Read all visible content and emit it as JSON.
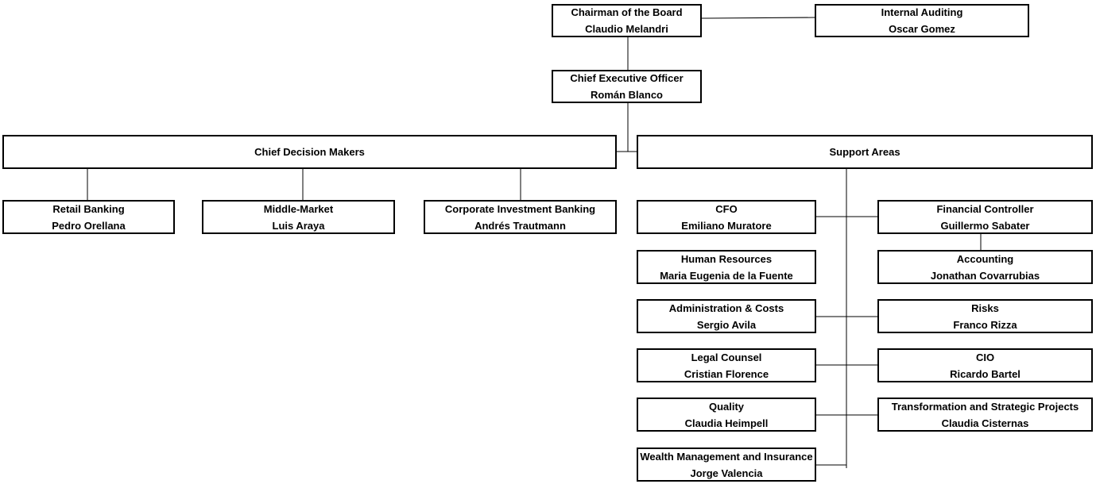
{
  "chairman": {
    "title": "Chairman of the Board",
    "name": "Claudio Melandri"
  },
  "internal_auditing": {
    "title": "Internal Auditing",
    "name": "Oscar Gomez"
  },
  "ceo": {
    "title": "Chief Executive Officer",
    "name": "Román Blanco"
  },
  "chief_decision_makers": {
    "title": "Chief Decision Makers"
  },
  "support_areas": {
    "title": "Support Areas"
  },
  "retail_banking": {
    "title": "Retail Banking",
    "name": "Pedro Orellana"
  },
  "middle_market": {
    "title": "Middle-Market",
    "name": "Luis Araya"
  },
  "corporate_investment_banking": {
    "title": "Corporate Investment Banking",
    "name": "Andrés Trautmann"
  },
  "cfo": {
    "title": "CFO",
    "name": "Emiliano Muratore"
  },
  "financial_controller": {
    "title": "Financial Controller",
    "name": "Guillermo Sabater"
  },
  "human_resources": {
    "title": "Human Resources",
    "name": "Maria Eugenia de la Fuente"
  },
  "accounting": {
    "title": "Accounting",
    "name": "Jonathan Covarrubias"
  },
  "administration_costs": {
    "title": "Administration & Costs",
    "name": "Sergio Avila"
  },
  "risks": {
    "title": "Risks",
    "name": "Franco Rizza"
  },
  "legal_counsel": {
    "title": "Legal Counsel",
    "name": "Cristian Florence"
  },
  "cio": {
    "title": "CIO",
    "name": "Ricardo Bartel"
  },
  "quality": {
    "title": "Quality",
    "name": "Claudia Heimpell"
  },
  "transformation": {
    "title": "Transformation and Strategic Projects",
    "name": "Claudia Cisternas"
  },
  "wealth_management": {
    "title": "Wealth Management and Insurance",
    "name": "Jorge Valencia"
  }
}
